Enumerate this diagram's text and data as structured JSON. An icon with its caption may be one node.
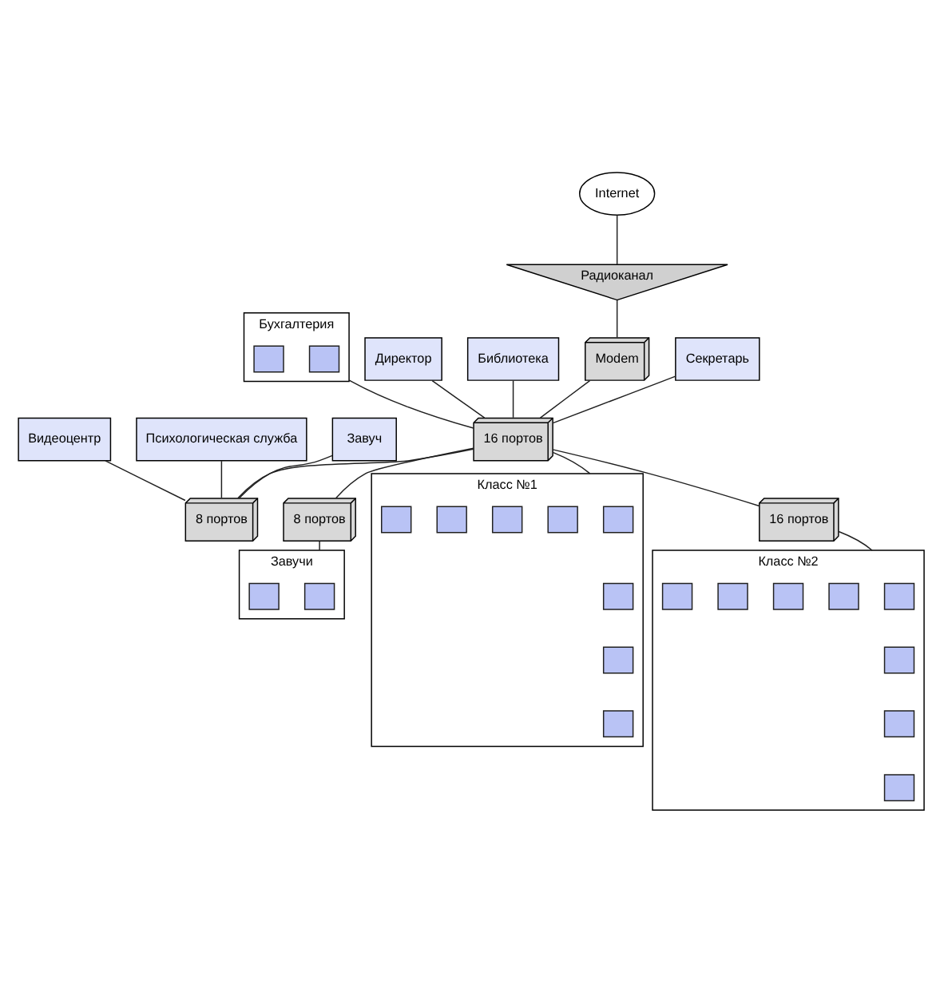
{
  "diagram": {
    "nodes": [
      {
        "text": [
          "Бухгалтерия"
        ]
      },
      {
        "text": [],
        "shape": "computer",
        "in": 0
      },
      {
        "text": [],
        "shape": "computer",
        "in": 0
      },
      {
        "text": [
          "Internet"
        ]
      },
      {
        "text": [
          "Видеоцентр"
        ]
      },
      {
        "text": [
          "Психологическая служба"
        ]
      },
      {
        "text": [
          "Завуч"
        ]
      },
      {
        "text": [
          "Радиоканал"
        ]
      },
      {
        "text": [
          "Директор"
        ]
      },
      {
        "text": [
          "Библиотека"
        ]
      },
      {
        "text": [
          "8 портов"
        ]
      },
      {
        "text": [
          "Завучи"
        ]
      },
      {
        "text": [],
        "shape": "computer",
        "in": 11
      },
      {
        "text": [],
        "shape": "computer",
        "in": 11
      },
      {
        "text": [
          "Modem"
        ]
      },
      {
        "text": [
          "16 портов"
        ]
      },
      {
        "text": [
          "8 портов"
        ]
      },
      {
        "text": [
          "16 портов"
        ]
      },
      {
        "text": [
          "Секретарь"
        ]
      },
      {
        "text": [
          "Класс №1"
        ]
      },
      {
        "text": [],
        "shape": "computer",
        "in": 19
      },
      {
        "text": [],
        "shape": "computer",
        "in": 19
      },
      {
        "text": [],
        "shape": "computer",
        "in": 19
      },
      {
        "text": [],
        "shape": "computer",
        "in": 19
      },
      {
        "text": [],
        "shape": "computer",
        "in": 19
      },
      {
        "text": [],
        "shape": "computer",
        "in": 19
      },
      {
        "text": [],
        "shape": "computer",
        "in": 19
      },
      {
        "text": [],
        "shape": "computer",
        "in": 19
      },
      {
        "text": [
          "Класс №2"
        ]
      },
      {
        "text": [],
        "shape": "computer",
        "in": 28
      },
      {
        "text": [],
        "shape": "computer",
        "in": 28
      },
      {
        "text": [],
        "shape": "computer",
        "in": 28
      },
      {
        "text": [],
        "shape": "computer",
        "in": 28
      },
      {
        "text": [],
        "shape": "computer",
        "in": 28
      },
      {
        "text": [],
        "shape": "computer",
        "in": 28
      },
      {
        "text": [],
        "shape": "computer",
        "in": 28
      },
      {
        "text": [],
        "shape": "computer",
        "in": 28
      }
    ],
    "edges": [
      {
        "from": 3,
        "to": 7,
        "arrow": "none"
      },
      {
        "from": 7,
        "to": 14,
        "arrow": "none"
      },
      {
        "from": 14,
        "to": 15,
        "arrow": "none"
      },
      {
        "from": 0,
        "to": 15,
        "arrow": "none"
      },
      {
        "from": 8,
        "to": 15,
        "arrow": "none"
      },
      {
        "from": 9,
        "to": 15,
        "arrow": "none"
      },
      {
        "from": 4,
        "to": 10,
        "arrow": "none"
      },
      {
        "from": 5,
        "to": 10,
        "arrow": "none"
      },
      {
        "from": 6,
        "to": 10,
        "arrow": "none"
      },
      {
        "from": 15,
        "to": 10,
        "arrow": "none"
      },
      {
        "from": 15,
        "to": 16,
        "arrow": "none"
      },
      {
        "from": 16,
        "to": 11,
        "arrow": "none"
      },
      {
        "from": 15,
        "to": 17,
        "arrow": "none"
      },
      {
        "from": 18,
        "to": 15,
        "arrow": "none"
      },
      {
        "from": 15,
        "to": 19,
        "arrow": "none"
      },
      {
        "from": 17,
        "to": 28,
        "arrow": "none"
      }
    ]
  }
}
